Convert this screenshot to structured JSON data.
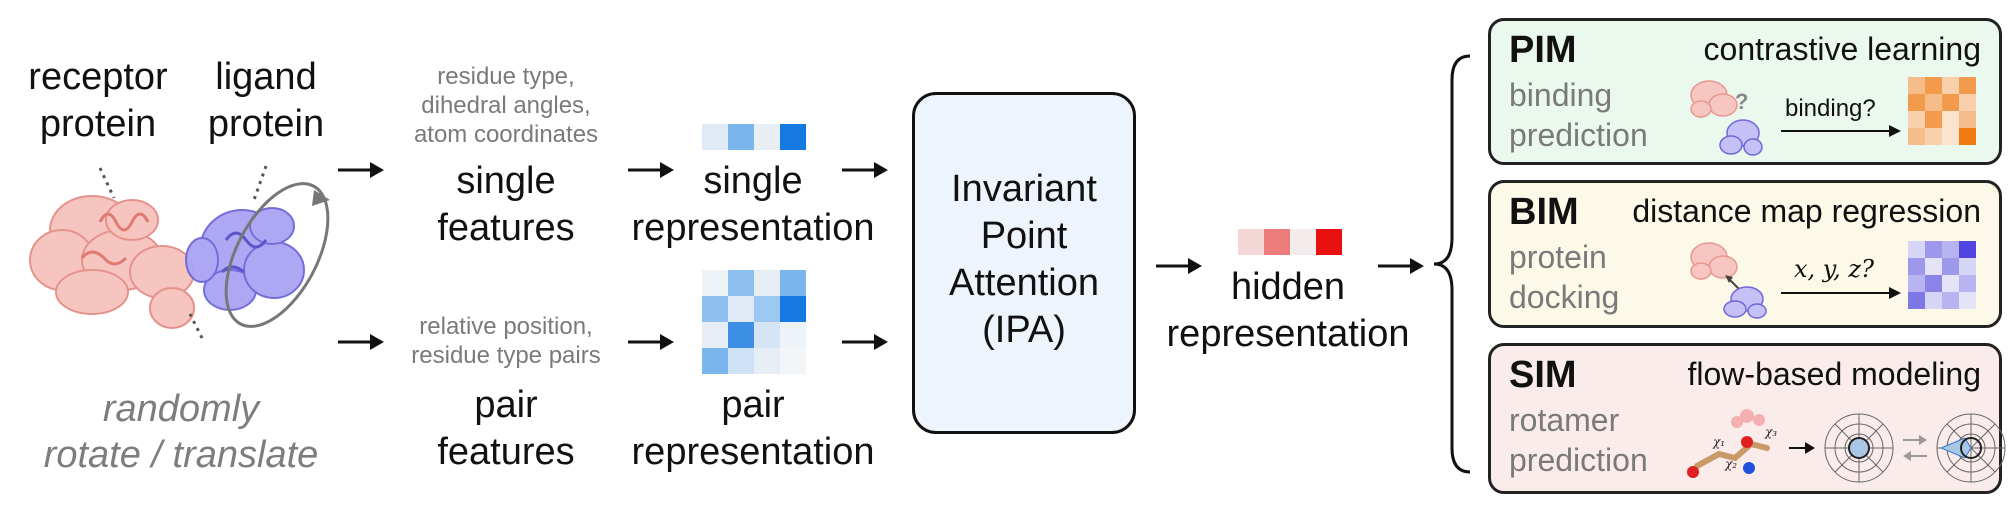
{
  "inputs": {
    "receptor_label": [
      "receptor",
      "protein"
    ],
    "ligand_label": [
      "ligand",
      "protein"
    ],
    "augment_label": [
      "randomly",
      "rotate / translate"
    ]
  },
  "single_branch": {
    "feature_desc": [
      "residue type,",
      "dihedral angles,",
      "atom coordinates"
    ],
    "feature_label": [
      "single",
      "features"
    ],
    "rep_label": [
      "single",
      "representation"
    ]
  },
  "pair_branch": {
    "feature_desc": [
      "relative position,",
      "residue type pairs"
    ],
    "feature_label": [
      "pair",
      "features"
    ],
    "rep_label": [
      "pair",
      "representation"
    ]
  },
  "ipa": {
    "label": [
      "Invariant",
      "Point",
      "Attention",
      "(IPA)"
    ]
  },
  "hidden": {
    "label": [
      "hidden",
      "representation"
    ]
  },
  "tasks": {
    "pim": {
      "abbr": "PIM",
      "objective": "contrastive learning",
      "task": [
        "binding",
        "prediction"
      ],
      "diagram_label": "binding?"
    },
    "bim": {
      "abbr": "BIM",
      "objective": "distance map regression",
      "task": [
        "protein",
        "docking"
      ],
      "diagram_label": "x, y, z?"
    },
    "sim": {
      "abbr": "SIM",
      "objective": "flow-based modeling",
      "task": [
        "rotamer",
        "prediction"
      ]
    }
  },
  "colors": {
    "receptor": "#f4b6b0",
    "ligand": "#8b85e8",
    "ipa_fill": "#eef4fb",
    "pim_fill": "#ebf8ee",
    "bim_fill": "#fdf9e8",
    "sim_fill": "#fbecec"
  },
  "icons": {
    "receptor": "receptor-protein-icon",
    "ligand": "ligand-protein-icon",
    "rotation": "rotation-ellipse-icon",
    "polar_plot": "polar-plot-icon"
  }
}
